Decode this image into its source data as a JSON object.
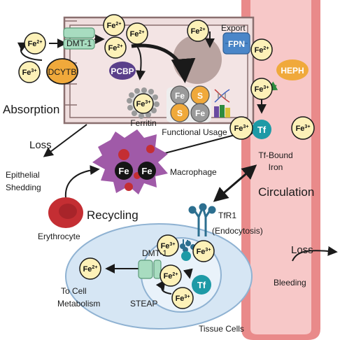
{
  "labels": {
    "absorption": "Absorption",
    "ferritin": "Ferritin",
    "functional_usage": "Functional Usage",
    "export": "Export",
    "loss_top": "Loss",
    "epithelial": "Epithelial",
    "shedding": "Shedding",
    "macrophage": "Macrophage",
    "recycling": "Recycling",
    "erythrocyte": "Erythrocyte",
    "tf_bound": "Tf-Bound",
    "iron": "Iron",
    "circulation": "Circulation",
    "tfr1": "TfR1",
    "endocytosis": "(Endocytosis)",
    "loss_right": "Loss",
    "bleeding": "Bleeding",
    "to_cell": "To Cell",
    "metabolism": "Metabolism",
    "tissue_cells": "Tissue Cells"
  },
  "proteins": {
    "dmt1": "DMT-1",
    "dcytb": "DCYTB",
    "pcbp": "PCBP",
    "fpn": "FPN",
    "heph": "HEPH",
    "tf": "Tf",
    "dmt1_tissue": "DMT-1",
    "steap": "STEAP"
  },
  "ions": {
    "fe2": "Fe",
    "fe2_sup": "2+",
    "fe3": "Fe",
    "fe3_sup": "3+",
    "fe": "Fe",
    "s": "S"
  },
  "colors": {
    "enterocyte_fill": "#efdede",
    "enterocyte_stroke": "#8a6f6f",
    "vessel": "#e98a8a",
    "vessel_inner": "#f7c8c8",
    "fe_ion": "#fdf1b8",
    "dcytb": "#f0a93b",
    "pcbp": "#5a3f8a",
    "heph": "#f0a93b",
    "tf": "#1e9aa6",
    "fpn": "#4a86c8",
    "dmt1": "#a8dcc0",
    "macrophage": "#a05aa8",
    "erythrocyte": "#c42e33",
    "tissue_cell": "#d6e6f4",
    "nucleus": "#b9a3a0"
  }
}
